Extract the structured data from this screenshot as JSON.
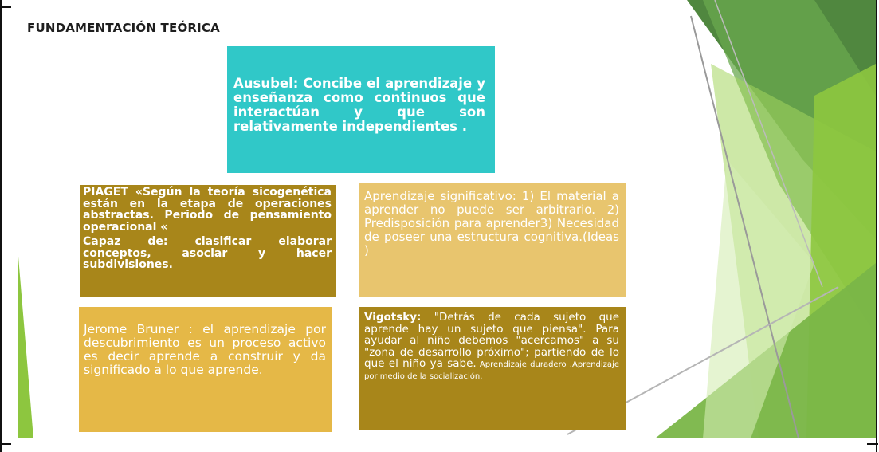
{
  "slide": {
    "title": "FUNDAMENTACIÓN TEÓRICA",
    "boxes": {
      "ausubel": {
        "text": "Ausubel: Concibe el aprendizaje y enseñanza como continuos que interactúan y que son relativamente independientes ."
      },
      "piaget": {
        "para1": "PIAGET «Según la teoría sicogenética están en la etapa de operaciones abstractas. Periodo de pensamiento operacional «",
        "para2": "Capaz de: clasificar elaborar conceptos, asociar y hacer subdivisiones."
      },
      "significativo": {
        "text": "Aprendizaje significativo: 1) El material a aprender no puede ser arbitrario. 2) Predisposición para aprender3) Necesidad de poseer una estructura cognitiva.(Ideas )"
      },
      "bruner": {
        "text": "Jerome Bruner : el aprendizaje por descubrimiento es un proceso activo es decir aprende a construir y da significado a lo que aprende."
      },
      "vigotsky": {
        "name": "Vigotsky:",
        "main": " \"Detrás de cada sujeto que aprende hay un sujeto que piensa\". Para ayudar al niño debemos \"acercamos\" a su \"zona de desarrollo próximo\"; partiendo de lo que el niño ya sabe.",
        "small": " Aprendizaje duradero .Aprendizaje por medio de la socialización."
      }
    }
  },
  "colors": {
    "teal": "#30c8c8",
    "olive_gold": "#a8861a",
    "light_gold": "#e8c56e",
    "gold": "#e5b847",
    "green_dark": "#5c9a3c",
    "green_light": "#8dc63f"
  }
}
